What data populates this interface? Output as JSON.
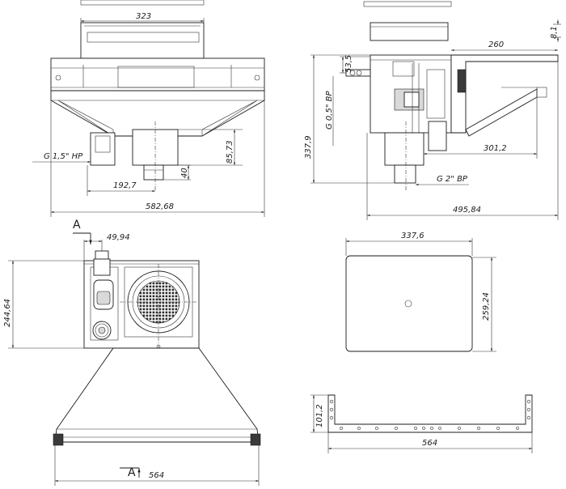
{
  "dimensions": {
    "top_frame_width": "323",
    "top_flange": "8,1",
    "side_reach": "260",
    "g05_offset": "53,5",
    "thread_g05": "G 0,5\" ВР",
    "thread_g15": "G 1,5\" НР",
    "thread_g2": "G 2\" ВР",
    "pipe_height": "85,73",
    "pipe_drop": "40",
    "pipe_offset": "192,7",
    "front_width": "582,68",
    "side_height": "337,9",
    "side_depth_inner": "301,2",
    "side_depth": "495,84",
    "nozzle_offset": "49,94",
    "plan_height": "244,64",
    "lid_width": "337,6",
    "lid_height": "259,24",
    "bottom_width": "564",
    "bracket_height": "101,2",
    "bracket_width": "564"
  },
  "section_labels": {
    "upper": "A",
    "lower": "A"
  }
}
